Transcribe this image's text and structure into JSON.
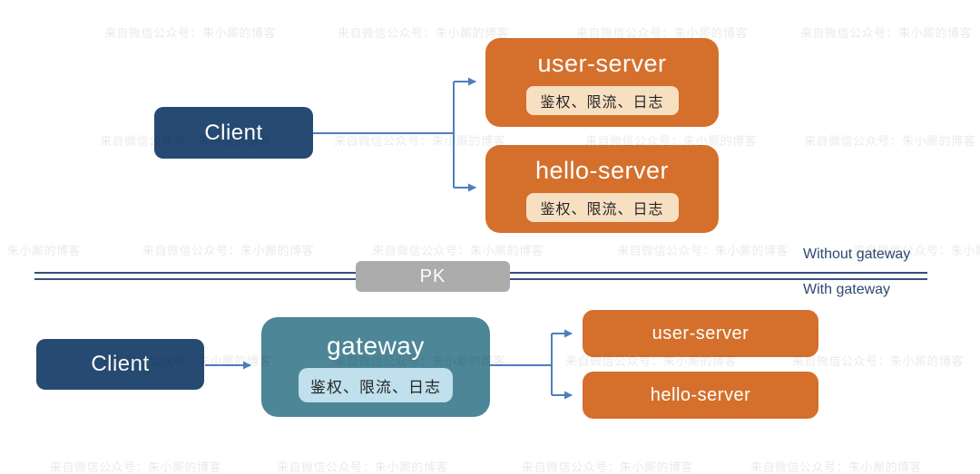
{
  "watermark_text": "来自微信公众号：朱小厮的博客",
  "colors": {
    "client_box": "#264A72",
    "server_box": "#D4702C",
    "server_badge_bg": "#F7DFC2",
    "gateway_box": "#4C8697",
    "gateway_badge_bg": "#BFE0EC",
    "pk_box": "#ACACAC",
    "connector": "#4D7EBE",
    "divider_line": "#33517B",
    "divider_label_text": "#2C4A6E"
  },
  "top_section": {
    "client_label": "Client",
    "servers": [
      {
        "title": "user-server",
        "badge": "鉴权、限流、日志"
      },
      {
        "title": "hello-server",
        "badge": "鉴权、限流、日志"
      }
    ]
  },
  "divider": {
    "pk_label": "PK",
    "above_line_label": "Without gateway",
    "below_line_label": "With gateway"
  },
  "bottom_section": {
    "client_label": "Client",
    "gateway": {
      "title": "gateway",
      "badge": "鉴权、限流、日志"
    },
    "servers": [
      {
        "title": "user-server"
      },
      {
        "title": "hello-server"
      }
    ]
  }
}
